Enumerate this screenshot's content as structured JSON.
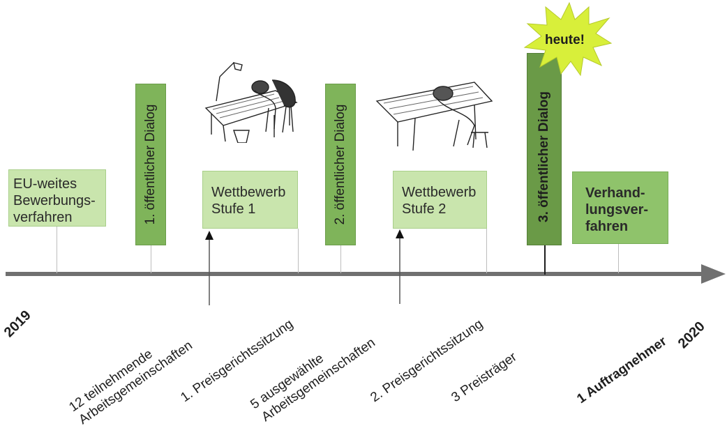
{
  "boxes": {
    "eu": "EU-weites Bewerbungs- verfahren",
    "eu_lines": [
      "EU-weites",
      "Bewerbungs-",
      "verfahren"
    ],
    "wb1_lines": [
      "Wettbewerb",
      "Stufe 1"
    ],
    "wb2_lines": [
      "Wettbewerb",
      "Stufe 2"
    ],
    "verhandlung_lines": [
      "Verhand-",
      "lungsver-",
      "fahren"
    ]
  },
  "bars": {
    "dialog1": "1. öffentlicher Dialog",
    "dialog2": "2. öffentlicher Dialog",
    "dialog3": "3. öffentlicher Dialog"
  },
  "burst": {
    "label": "heute!"
  },
  "timeline": {
    "start": "2019",
    "end": "2020",
    "labels": {
      "l1_line1": "12 teilnehmende",
      "l1_line2": "Arbeitsgemeinschaften",
      "l2": "1. Preisgerichtssitzung",
      "l3_line1": "5 ausgewählte",
      "l3_line2": "Arbeitsgemeinschaften",
      "l4": "2. Preisgerichtssitzung",
      "l5": "3 Preisträger",
      "l6": "1 Auftragnehmer"
    }
  },
  "colors": {
    "light_green": "#c9e5ad",
    "mid_green": "#8fc36b",
    "bar_green": "#7fb45a",
    "dark_green": "#6a9a47",
    "burst_yellow": "#d8ef3a",
    "axis_gray": "#707070"
  }
}
